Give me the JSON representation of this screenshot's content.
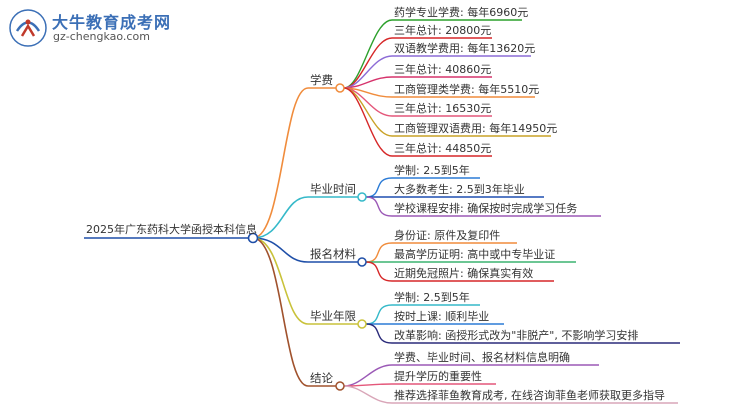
{
  "logo": {
    "brand": "大牛教育成考网",
    "url": "gz-chengkao.com"
  },
  "root": {
    "label": "2025年广东药科大学函授本科信息"
  },
  "branches": [
    {
      "label": "学费",
      "color": "#f08c3c",
      "leaves": [
        {
          "label": "药学专业学费: 每年6960元",
          "color": "#2ca02c"
        },
        {
          "label": "三年总计: 20800元",
          "color": "#d62728"
        },
        {
          "label": "双语教学费用: 每年13620元",
          "color": "#8c6bd6"
        },
        {
          "label": "三年总计: 40860元",
          "color": "#d6336c"
        },
        {
          "label": "工商管理类学费: 每年5510元",
          "color": "#f08c3c"
        },
        {
          "label": "三年总计: 16530元",
          "color": "#e4577a"
        },
        {
          "label": "工商管理双语费用: 每年14950元",
          "color": "#c9a227"
        },
        {
          "label": "三年总计: 44850元",
          "color": "#d62728"
        }
      ]
    },
    {
      "label": "毕业时间",
      "color": "#35b9c9",
      "leaves": [
        {
          "label": "学制: 2.5到5年",
          "color": "#2b7bd6"
        },
        {
          "label": "大多数考生: 2.5到3年毕业",
          "color": "#1e4fb0"
        },
        {
          "label": "学校课程安排: 确保按时完成学习任务",
          "color": "#9b59b6"
        }
      ]
    },
    {
      "label": "报名材料",
      "color": "#1f4fa8",
      "leaves": [
        {
          "label": "身份证: 原件及复印件",
          "color": "#f08c3c"
        },
        {
          "label": "最高学历证明: 高中或中专毕业证",
          "color": "#3cb371"
        },
        {
          "label": "近期免冠照片: 确保真实有效",
          "color": "#d62728"
        }
      ]
    },
    {
      "label": "毕业年限",
      "color": "#c9c23a",
      "leaves": [
        {
          "label": "学制: 2.5到5年",
          "color": "#35b9c9"
        },
        {
          "label": "按时上课: 顺利毕业",
          "color": "#2b7bd6"
        },
        {
          "label": "改革影响: 函授形式改为\"非脱产\", 不影响学习安排",
          "color": "#2a2a7a"
        }
      ]
    },
    {
      "label": "结论",
      "color": "#a0522d",
      "leaves": [
        {
          "label": "学费、毕业时间、报名材料信息明确",
          "color": "#9b59b6"
        },
        {
          "label": "提升学历的重要性",
          "color": "#e4577a"
        },
        {
          "label": "推荐选择菲鱼教育成考, 在线咨询菲鱼老师获取更多指导",
          "color": "#d9a6b8"
        }
      ]
    }
  ]
}
